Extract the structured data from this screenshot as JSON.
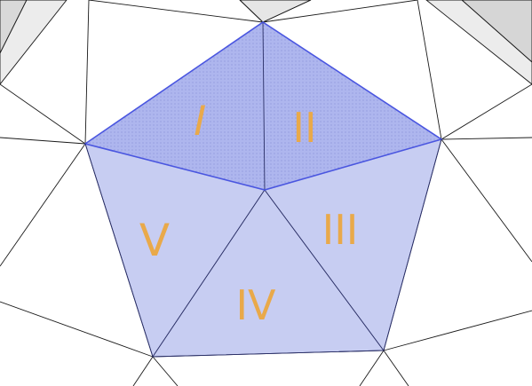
{
  "colors": {
    "background": "#ffffff",
    "mesh_line": "#1a1a1a",
    "corner_grey": "#d6d6d6",
    "pentagon_fill": "#c7cdf2",
    "pentagon_edge": "#4a56e0",
    "pentagon_stroke_dark": "#2a2f66",
    "top_half_fill": "#aeb6ee",
    "dot_pattern": "#6a72c4",
    "label_color": "#e9a94a"
  },
  "labels": {
    "one": "I",
    "two": "II",
    "three": "III",
    "four": "IV",
    "five": "V"
  }
}
